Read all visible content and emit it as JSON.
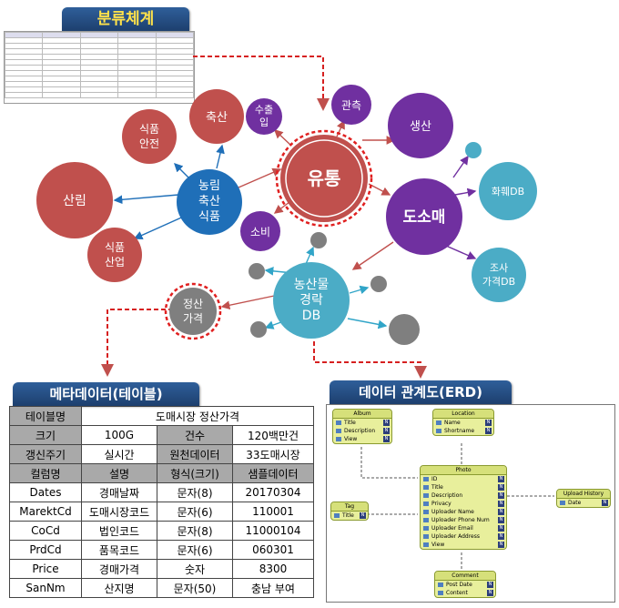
{
  "titles": {
    "classification": "분류체계",
    "metadata": "메타데이터(테이블)",
    "erd": "데이터 관계도(ERD)"
  },
  "nodes": {
    "production": "생산",
    "observation": "관측",
    "export": [
      "수출",
      "입"
    ],
    "livestock": "축산",
    "food_safety": [
      "식품",
      "안전"
    ],
    "forest": "산림",
    "agri": [
      "농림",
      "축산",
      "식품"
    ],
    "distribution": "유통",
    "consumption": "소비",
    "wholesale": "도소매",
    "flower_db": "화훼DB",
    "survey_price_db": [
      "조사",
      "가격DB"
    ],
    "food_industry": [
      "식품",
      "산업"
    ],
    "auction_db": [
      "농산물",
      "경락",
      "DB"
    ],
    "settlement_price": [
      "정산",
      "가격"
    ]
  },
  "metadata_table": {
    "rows_top": [
      {
        "label": "테이블명",
        "value": "도매시장 정산가격"
      },
      {
        "c1": "크기",
        "c2": "100G",
        "c3": "건수",
        "c4": "120백만건"
      },
      {
        "c1": "갱신주기",
        "c2": "실시간",
        "c3": "원천데이터",
        "c4": "33도매시장"
      }
    ],
    "header": [
      "컬럼명",
      "설명",
      "형식(크기)",
      "샘플데이터"
    ],
    "columns": [
      [
        "Dates",
        "경매날짜",
        "문자(8)",
        "20170304"
      ],
      [
        "MarektCd",
        "도매시장코드",
        "문자(6)",
        "110001"
      ],
      [
        "CoCd",
        "법인코드",
        "문자(8)",
        "11000104"
      ],
      [
        "PrdCd",
        "품목코드",
        "문자(6)",
        "060301"
      ],
      [
        "Price",
        "경매가격",
        "숫자",
        "8300"
      ],
      [
        "SanNm",
        "산지명",
        "문자(50)",
        "충남 부여"
      ]
    ]
  },
  "erd": {
    "album": {
      "name": "Album",
      "fields": [
        "Title",
        "Description",
        "View"
      ]
    },
    "location": {
      "name": "Location",
      "fields": [
        "Name",
        "Shortname"
      ]
    },
    "photo": {
      "name": "Photo",
      "fields": [
        "ID",
        "Title",
        "Description",
        "Privacy",
        "Uploader Name",
        "Uploader Phone Num",
        "Uploader Email",
        "Uploader Address",
        "View"
      ]
    },
    "tag": {
      "name": "Tag",
      "fields": [
        "Title"
      ]
    },
    "upload_history": {
      "name": "Upload History",
      "fields": [
        "Date"
      ]
    },
    "comment": {
      "name": "Comment",
      "fields": [
        "Post Date",
        "Content"
      ]
    }
  },
  "colors": {
    "red": "#c0504d",
    "purple": "#7030a0",
    "blue": "#1f6fb8",
    "teal": "#4bacc6",
    "gray": "#7f7f7f",
    "banner": "#244c84"
  }
}
